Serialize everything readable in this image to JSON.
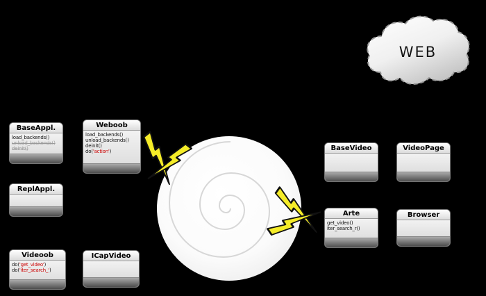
{
  "palette": {
    "background": "#000000",
    "bolt": "#f5ec28",
    "red": "#cc0000",
    "muted": "#9a9a9a",
    "spiral_line": "#d7d7d7"
  },
  "cloud": {
    "label": "WEB"
  },
  "classes": {
    "baseappl": {
      "name": "BaseAppl.",
      "methods": [
        {
          "segments": [
            {
              "text": "load_backends()"
            }
          ]
        },
        {
          "segments": [
            {
              "text": "unload_backends()",
              "color": "#9a9a9a",
              "strike": true
            }
          ]
        },
        {
          "segments": [
            {
              "text": "deinit()",
              "color": "#9a9a9a",
              "strike": true
            }
          ]
        }
      ]
    },
    "weboob": {
      "name": "Weboob",
      "methods": [
        {
          "segments": [
            {
              "text": "load_backends()"
            }
          ]
        },
        {
          "segments": [
            {
              "text": "unload_backends()"
            }
          ]
        },
        {
          "segments": [
            {
              "text": "deinit()"
            }
          ]
        },
        {
          "segments": [
            {
              "text": "do("
            },
            {
              "text": "'action'",
              "color": "#cc0000"
            },
            {
              "text": ")"
            }
          ]
        }
      ]
    },
    "replappl": {
      "name": "ReplAppl.",
      "methods": []
    },
    "videoob": {
      "name": "Videoob",
      "methods": [
        {
          "segments": [
            {
              "text": "do("
            },
            {
              "text": "'get_video'",
              "color": "#cc0000"
            },
            {
              "text": ")"
            }
          ]
        },
        {
          "segments": [
            {
              "text": "do("
            },
            {
              "text": "'iter_search_'",
              "color": "#cc0000"
            },
            {
              "text": ")"
            }
          ]
        }
      ]
    },
    "icapvideo": {
      "name": "ICapVideo",
      "methods": []
    },
    "basevideo": {
      "name": "BaseVideo",
      "methods": []
    },
    "videopage": {
      "name": "VideoPage",
      "methods": []
    },
    "arte": {
      "name": "Arte",
      "methods": [
        {
          "segments": [
            {
              "text": "get_video()"
            }
          ]
        },
        {
          "segments": [
            {
              "text": "iter_search_r()"
            }
          ]
        }
      ]
    },
    "browser": {
      "name": "Browser",
      "methods": []
    }
  }
}
